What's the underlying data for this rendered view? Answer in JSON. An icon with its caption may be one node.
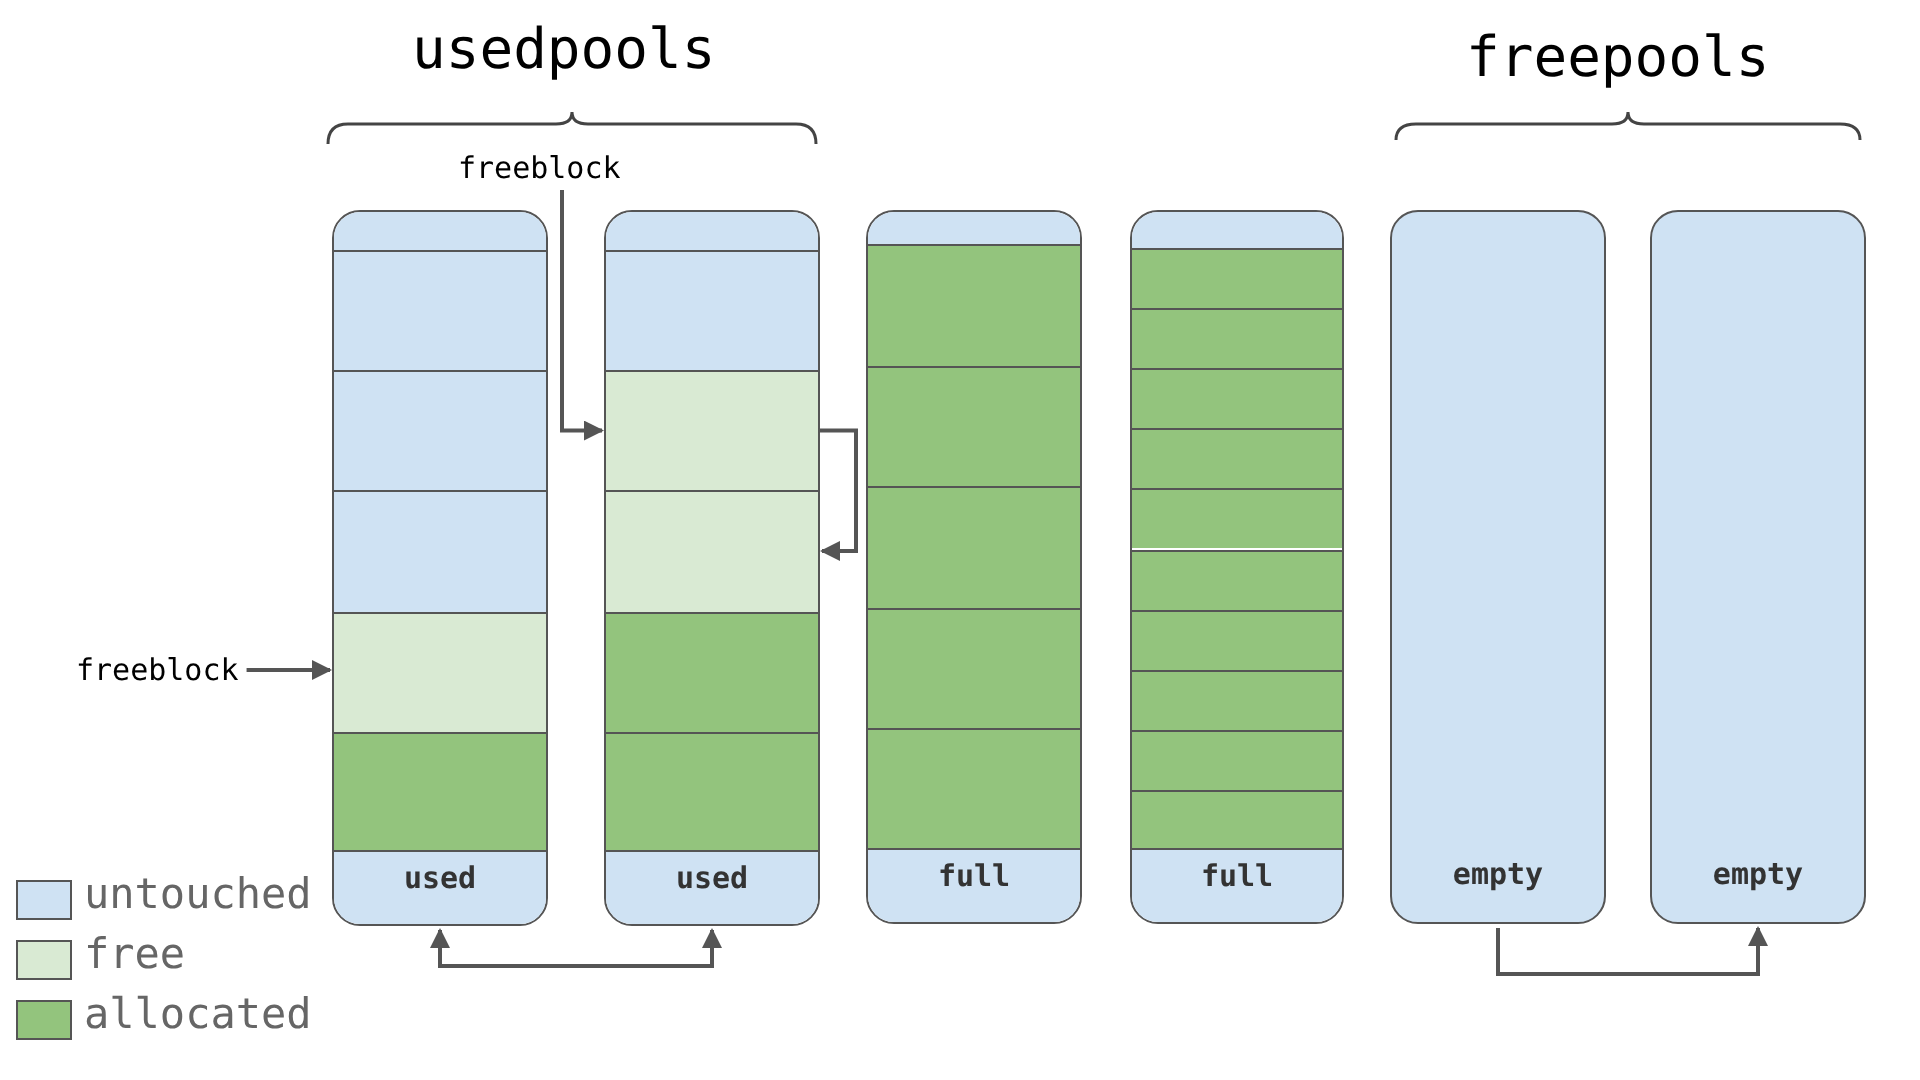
{
  "diagram": {
    "nodes": [
      {
        "text": [
          "freeblock"
        ]
      },
      {
        "text": [
          "freeblock"
        ]
      },
      {
        "text": [
          "used"
        ]
      },
      {
        "text": [],
        "shape": "box",
        "in": 2
      },
      {
        "text": [],
        "shape": "box",
        "in": 2
      },
      {
        "text": [],
        "shape": "box",
        "in": 2
      },
      {
        "text": [],
        "shape": "box",
        "in": 2
      },
      {
        "text": [],
        "shape": "box",
        "in": 2
      },
      {
        "text": [
          "used"
        ]
      },
      {
        "text": [],
        "shape": "box",
        "in": 8
      },
      {
        "text": [],
        "shape": "box",
        "in": 8
      },
      {
        "text": [],
        "shape": "box",
        "in": 8
      },
      {
        "text": [],
        "shape": "box",
        "in": 8
      },
      {
        "text": [],
        "shape": "box",
        "in": 8
      },
      {
        "text": [
          "full"
        ]
      },
      {
        "text": [],
        "shape": "box",
        "in": 14
      },
      {
        "text": [],
        "shape": "box",
        "in": 14
      },
      {
        "text": [],
        "shape": "box",
        "in": 14
      },
      {
        "text": [],
        "shape": "box",
        "in": 14
      },
      {
        "text": [],
        "shape": "box",
        "in": 14
      },
      {
        "text": [
          "full"
        ]
      },
      {
        "text": [],
        "shape": "box",
        "in": 20
      },
      {
        "text": [],
        "shape": "box",
        "in": 20
      },
      {
        "text": [],
        "shape": "box",
        "in": 20
      },
      {
        "text": [],
        "shape": "box",
        "in": 20
      },
      {
        "text": [],
        "shape": "box",
        "in": 20
      },
      {
        "text": [],
        "shape": "box",
        "in": 20
      },
      {
        "text": [],
        "shape": "box",
        "in": 20
      },
      {
        "text": [],
        "shape": "box",
        "in": 20
      },
      {
        "text": [],
        "shape": "box",
        "in": 20
      },
      {
        "text": [],
        "shape": "box",
        "in": 20
      },
      {
        "text": [
          "empty"
        ]
      },
      {
        "text": [
          "empty"
        ]
      }
    ],
    "edges": [
      {
        "from": 0,
        "to": 10,
        "arrow": "to"
      },
      {
        "from": 10,
        "to": 11,
        "arrow": "to"
      },
      {
        "from": 1,
        "to": 6,
        "arrow": "to"
      },
      {
        "from": 2,
        "to": 8,
        "arrow": "both"
      },
      {
        "from": 31,
        "to": 32,
        "arrow": "to"
      }
    ],
    "labels": [
      "usedpools",
      "freepools"
    ],
    "legend": [
      {
        "text": "untouched",
        "color": "#cfe2f3"
      },
      {
        "text": "free",
        "color": "#d9ead3"
      },
      {
        "text": "allocated",
        "color": "#93c47d"
      }
    ]
  }
}
